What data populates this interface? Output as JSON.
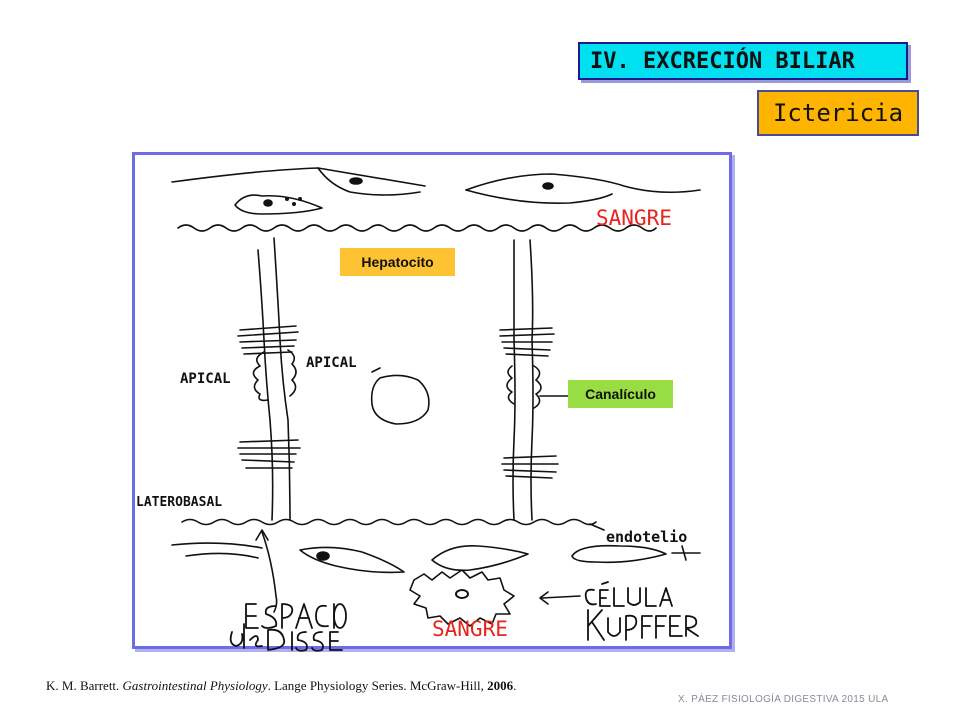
{
  "header": {
    "section_title": "IV.  EXCRECIÓN BILIAR",
    "topic": "Ictericia"
  },
  "diagram": {
    "labels": {
      "sangre_top": "SANGRE",
      "hepatocito": "Hepatocito",
      "apical_left": "APICAL",
      "apical_right": "APICAL",
      "canaliculo": "Canalículo",
      "laterobasal": "LATEROBASAL",
      "endotelio": "endotelio",
      "sangre_bottom": "SANGRE",
      "espacio_de_disse": "ESPACIO de DISSE",
      "celula_kupffer": "CÉLULA KUPFFER"
    },
    "colors": {
      "frame": "#6c6ce8",
      "sangre": "#e8231b",
      "hepatocito_tag": "#ffc233",
      "canaliculo_tag": "#99dd44"
    }
  },
  "citation": {
    "authors": "K. M. Barrett.",
    "title": "Gastrointestinal Physiology",
    "rest": ". Lange Physiology Series. McGraw-Hill, ",
    "year": "2006",
    "end": "."
  },
  "footer": {
    "credit": "X. PÁEZ   FISIOLOGÍA DIGESTIVA 2015 ULA"
  }
}
